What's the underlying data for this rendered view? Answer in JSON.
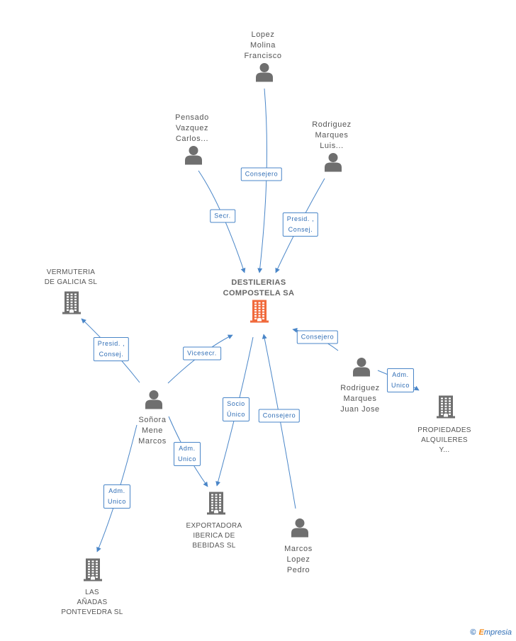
{
  "colors": {
    "edge": "#4a86c8",
    "person_icon": "#6f6f6f",
    "company_icon": "#6f6f6f",
    "main_company_icon": "#f06a3c"
  },
  "nodes": {
    "lopez_molina": {
      "label": "Lopez\nMolina\nFrancisco",
      "type": "person"
    },
    "pensado_vazquez": {
      "label": "Pensado\nVazquez\nCarlos...",
      "type": "person"
    },
    "rodriguez_marques_luis": {
      "label": "Rodriguez\nMarques\nLuis...",
      "type": "person"
    },
    "destilerias": {
      "label": "DESTILERIAS\nCOMPOSTELA SA",
      "type": "company-main"
    },
    "vermuteria": {
      "label": "VERMUTERIA\nDE GALICIA  SL",
      "type": "company"
    },
    "sonora_mene": {
      "label": "Soñora\nMene\nMarcos",
      "type": "person"
    },
    "rodriguez_marques_juan": {
      "label": "Rodriguez\nMarques\nJuan Jose",
      "type": "person"
    },
    "propiedades": {
      "label": "PROPIEDADES\nALQUILERES\nY...",
      "type": "company"
    },
    "exportadora": {
      "label": "EXPORTADORA\nIBERICA DE\nBEBIDAS SL",
      "type": "company"
    },
    "marcos_lopez": {
      "label": "Marcos\nLopez\nPedro",
      "type": "person"
    },
    "las_anadas": {
      "label": "LAS\nAÑADAS\nPONTEVEDRA SL",
      "type": "company"
    }
  },
  "edges": [
    {
      "from": "lopez_molina",
      "to": "destilerias",
      "label": "Consejero"
    },
    {
      "from": "pensado_vazquez",
      "to": "destilerias",
      "label": "Secr."
    },
    {
      "from": "rodriguez_marques_luis",
      "to": "destilerias",
      "label": "Presid. ,\nConsej."
    },
    {
      "from": "sonora_mene",
      "to": "vermuteria",
      "label": "Presid. ,\nConsej."
    },
    {
      "from": "sonora_mene",
      "to": "destilerias",
      "label": "Vicesecr."
    },
    {
      "from": "rodriguez_marques_juan",
      "to": "destilerias",
      "label": "Consejero"
    },
    {
      "from": "rodriguez_marques_juan",
      "to": "propiedades",
      "label": "Adm.\nUnico"
    },
    {
      "from": "destilerias",
      "to": "exportadora",
      "label": "Socio\nÚnico"
    },
    {
      "from": "marcos_lopez",
      "to": "destilerias",
      "label": "Consejero"
    },
    {
      "from": "sonora_mene",
      "to": "exportadora",
      "label": "Adm.\nUnico"
    },
    {
      "from": "sonora_mene",
      "to": "las_anadas",
      "label": "Adm.\nUnico"
    }
  ],
  "brand": {
    "copyright": "©",
    "first_letter": "E",
    "rest": "mpresia"
  }
}
